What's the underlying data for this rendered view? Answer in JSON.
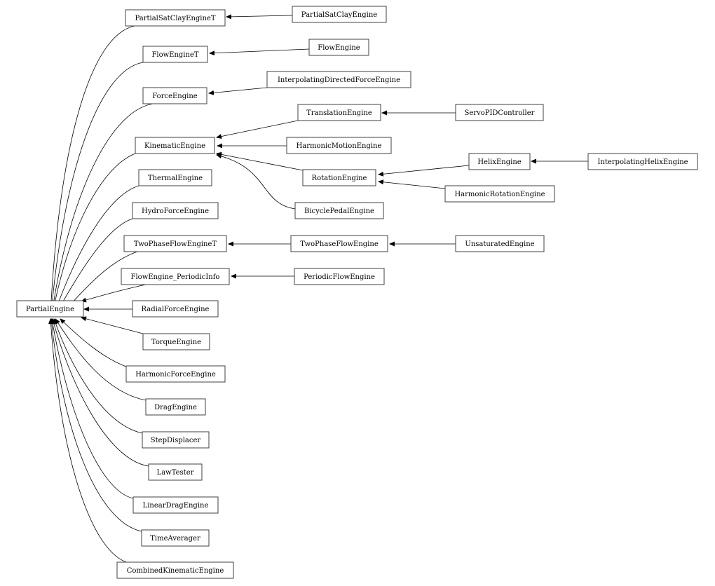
{
  "nodes": {
    "PartialEngine": "PartialEngine",
    "PartialSatClayEngineT": "PartialSatClayEngineT",
    "PartialSatClayEngine": "PartialSatClayEngine",
    "FlowEngineT": "FlowEngineT",
    "FlowEngine": "FlowEngine",
    "ForceEngine": "ForceEngine",
    "InterpolatingDirectedForceEngine": "InterpolatingDirectedForceEngine",
    "KinematicEngine": "KinematicEngine",
    "TranslationEngine": "TranslationEngine",
    "ServoPIDController": "ServoPIDController",
    "HarmonicMotionEngine": "HarmonicMotionEngine",
    "RotationEngine": "RotationEngine",
    "HelixEngine": "HelixEngine",
    "InterpolatingHelixEngine": "InterpolatingHelixEngine",
    "HarmonicRotationEngine": "HarmonicRotationEngine",
    "BicyclePedalEngine": "BicyclePedalEngine",
    "ThermalEngine": "ThermalEngine",
    "HydroForceEngine": "HydroForceEngine",
    "TwoPhaseFlowEngineT": "TwoPhaseFlowEngineT",
    "TwoPhaseFlowEngine": "TwoPhaseFlowEngine",
    "UnsaturatedEngine": "UnsaturatedEngine",
    "FlowEngine_PeriodicInfo": "FlowEngine_PeriodicInfo",
    "PeriodicFlowEngine": "PeriodicFlowEngine",
    "RadialForceEngine": "RadialForceEngine",
    "TorqueEngine": "TorqueEngine",
    "HarmonicForceEngine": "HarmonicForceEngine",
    "DragEngine": "DragEngine",
    "StepDisplacer": "StepDisplacer",
    "LawTester": "LawTester",
    "LinearDragEngine": "LinearDragEngine",
    "TimeAverager": "TimeAverager",
    "CombinedKinematicEngine": "CombinedKinematicEngine"
  }
}
